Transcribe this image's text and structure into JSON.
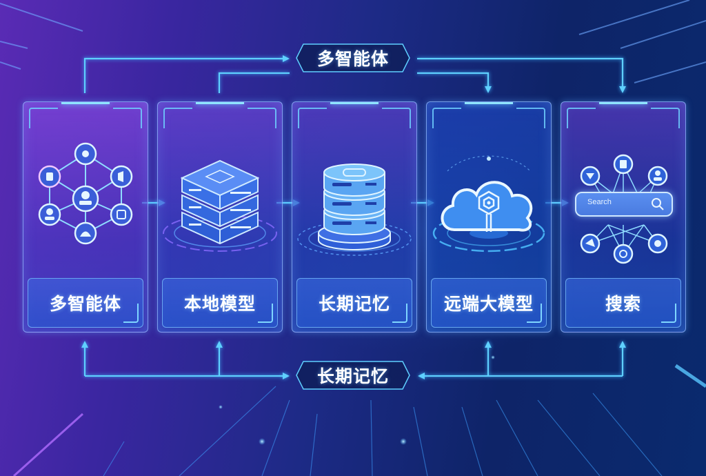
{
  "top_node": {
    "label": "多智能体"
  },
  "bottom_node": {
    "label": "长期记忆"
  },
  "cards": [
    {
      "id": "multi-agent",
      "label": "多智能体",
      "icon": "agent-network-icon"
    },
    {
      "id": "local-model",
      "label": "本地模型",
      "icon": "server-stack-icon"
    },
    {
      "id": "long-term-memory",
      "label": "长期记忆",
      "icon": "database-icon"
    },
    {
      "id": "remote-large-model",
      "label": "远端大模型",
      "icon": "cloud-chip-icon"
    },
    {
      "id": "search",
      "label": "搜索",
      "icon": "search-network-icon"
    }
  ],
  "search_widget": {
    "placeholder": "Search"
  },
  "colors": {
    "accent": "#5fd0ff",
    "text": "#ffffff",
    "bg_left": "#5a2bb5",
    "bg_right": "#0a2a6e"
  }
}
